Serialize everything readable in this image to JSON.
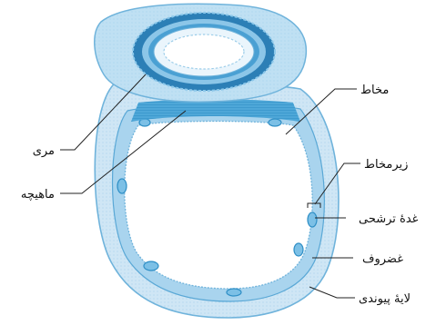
{
  "labels": {
    "mucosa": "مخاط",
    "esophagus": "مری",
    "submucosa": "زیرمخاط",
    "muscle": "ماهیچه",
    "serous_gland": "غدهٔ ترشحی",
    "cartilage": "غضروف",
    "connective_tissue": "لایهٔ پیوندی"
  },
  "colors": {
    "outer": "#b9dcf0",
    "outer_stroke": "#6fb3db",
    "mid": "#d8ecf8",
    "muscle": "#4ea7d8",
    "lumen": "#ffffff",
    "leader": "#222222"
  }
}
